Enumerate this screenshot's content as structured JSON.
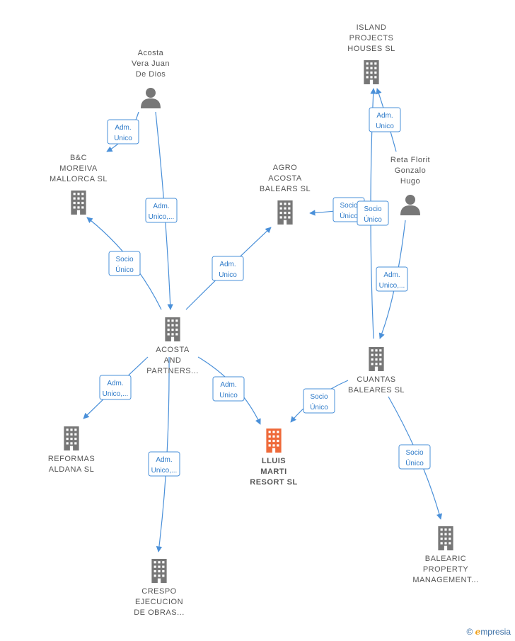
{
  "colors": {
    "node": "#777777",
    "main_node": "#ef6a3a",
    "edge": "#4a90d9"
  },
  "nodes": [
    {
      "id": "acosta-person",
      "kind": "person",
      "lines": [
        "Acosta",
        "Vera Juan",
        "De Dios"
      ]
    },
    {
      "id": "bc-moreiva",
      "kind": "company",
      "lines": [
        "B&C",
        "MOREIVA",
        "MALLORCA  SL"
      ]
    },
    {
      "id": "agro-acosta",
      "kind": "company",
      "lines": [
        "AGRO",
        "ACOSTA",
        "BALEARS  SL"
      ]
    },
    {
      "id": "island-projects",
      "kind": "company",
      "lines": [
        "ISLAND",
        "PROJECTS",
        "HOUSES  SL"
      ]
    },
    {
      "id": "reta-florit",
      "kind": "person",
      "lines": [
        "Reta Florit",
        "Gonzalo",
        "Hugo"
      ]
    },
    {
      "id": "acosta-partners",
      "kind": "company",
      "lines": [
        "ACOSTA",
        "AND",
        "PARTNERS..."
      ]
    },
    {
      "id": "cuantas-baleares",
      "kind": "company",
      "lines": [
        "CUANTAS",
        "BALEARES  SL"
      ]
    },
    {
      "id": "reformas-aldana",
      "kind": "company",
      "lines": [
        "REFORMAS",
        "ALDANA  SL"
      ]
    },
    {
      "id": "lluis-marti",
      "kind": "main",
      "lines": [
        "LLUIS",
        "MARTI",
        "RESORT  SL"
      ]
    },
    {
      "id": "crespo",
      "kind": "company",
      "lines": [
        "CRESPO",
        "EJECUCION",
        "DE OBRAS..."
      ]
    },
    {
      "id": "balearic",
      "kind": "company",
      "lines": [
        "BALEARIC",
        "PROPERTY",
        "MANAGEMENT..."
      ]
    }
  ],
  "edges": [
    {
      "from": "acosta-person",
      "to": "bc-moreiva",
      "label": [
        "Adm.",
        "Unico"
      ]
    },
    {
      "from": "acosta-person",
      "to": "acosta-partners",
      "label": [
        "Adm.",
        "Unico,..."
      ]
    },
    {
      "from": "acosta-partners",
      "to": "bc-moreiva",
      "label": [
        "Socio",
        "Único"
      ]
    },
    {
      "from": "acosta-partners",
      "to": "agro-acosta",
      "label": [
        "Adm.",
        "Unico"
      ]
    },
    {
      "from": "acosta-partners",
      "to": "reformas-aldana",
      "label": [
        "Adm.",
        "Unico,..."
      ]
    },
    {
      "from": "acosta-partners",
      "to": "lluis-marti",
      "label": [
        "Adm.",
        "Unico"
      ]
    },
    {
      "from": "acosta-partners",
      "to": "crespo",
      "label": [
        "Adm.",
        "Unico,..."
      ]
    },
    {
      "from": "cuantas-baleares",
      "to": "agro-acosta",
      "label": [
        "Socio",
        "Único"
      ]
    },
    {
      "from": "cuantas-baleares",
      "to": "island-projects",
      "label": [
        "Socio",
        "Único"
      ]
    },
    {
      "from": "reta-florit",
      "to": "island-projects",
      "label": [
        "Adm.",
        "Unico"
      ]
    },
    {
      "from": "reta-florit",
      "to": "cuantas-baleares",
      "label": [
        "Adm.",
        "Unico,..."
      ]
    },
    {
      "from": "cuantas-baleares",
      "to": "lluis-marti",
      "label": [
        "Socio",
        "Único"
      ]
    },
    {
      "from": "cuantas-baleares",
      "to": "balearic",
      "label": [
        "Socio",
        "Único"
      ]
    }
  ],
  "brand": {
    "copyright": "©",
    "initial": "e",
    "rest": "mpresia"
  }
}
